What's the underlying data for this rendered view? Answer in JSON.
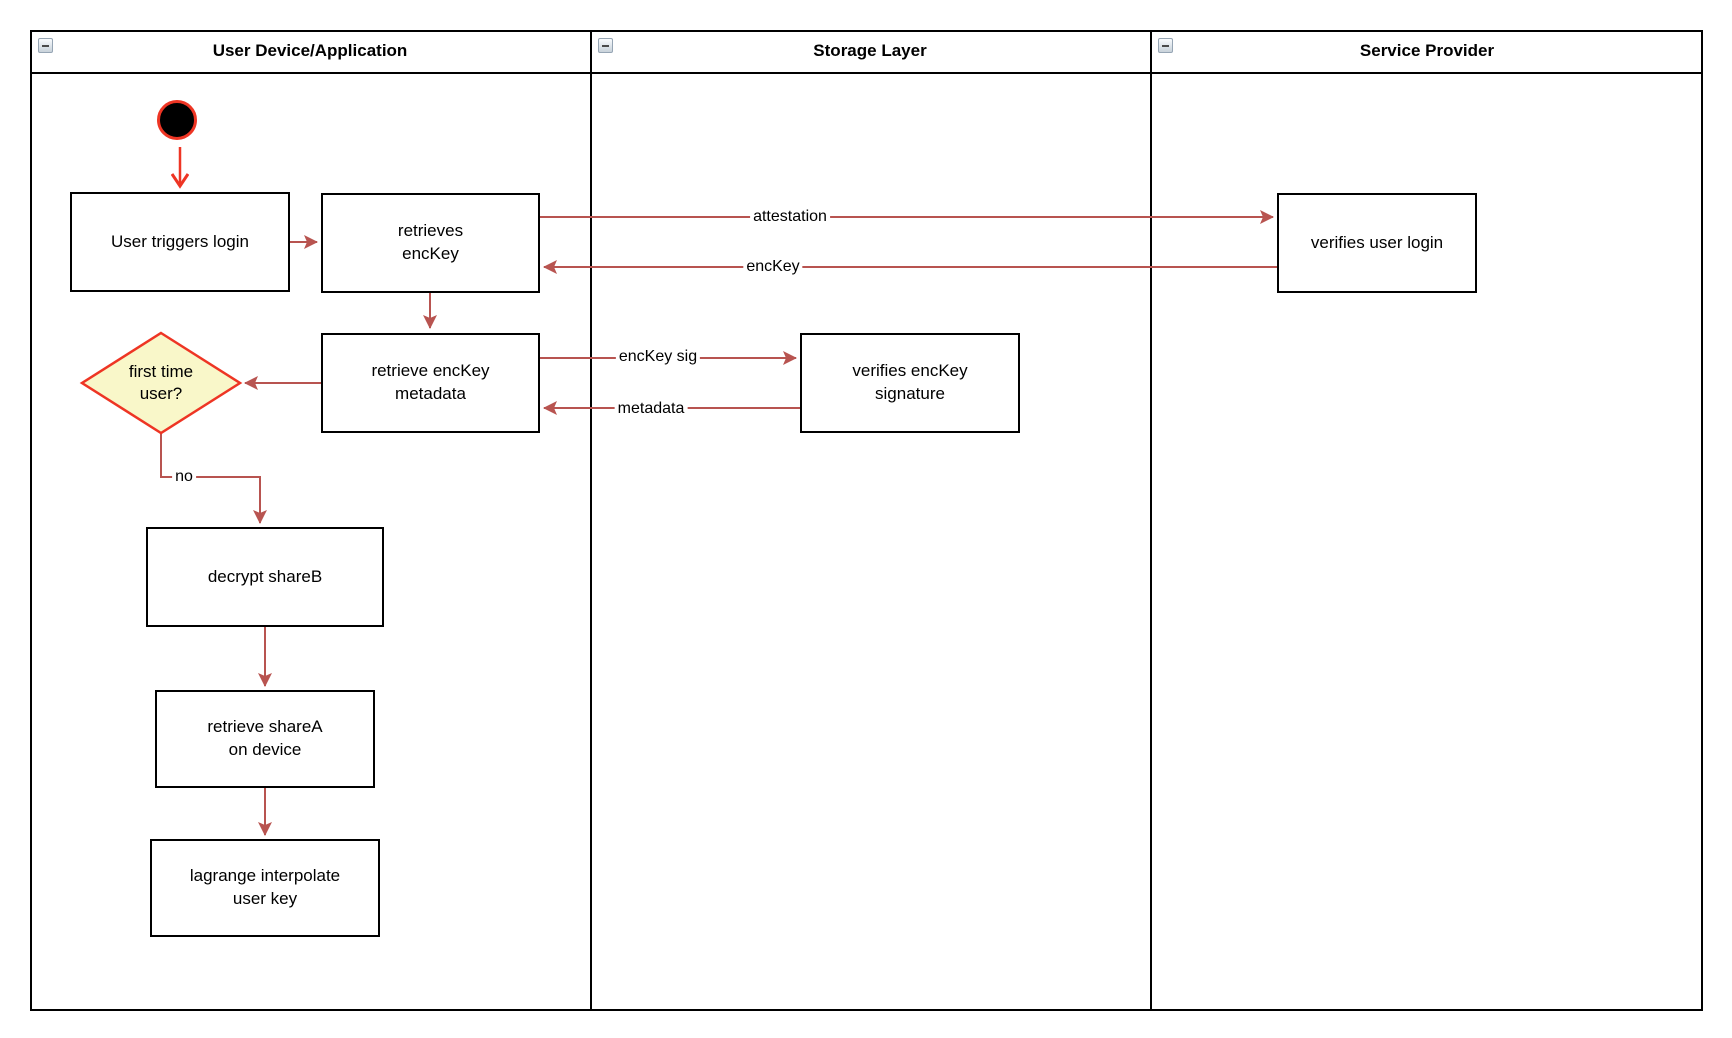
{
  "diagram": {
    "lanes": [
      {
        "title": "User Device/Application"
      },
      {
        "title": "Storage Layer"
      },
      {
        "title": "Service Provider"
      }
    ],
    "nodes": {
      "start": {
        "type": "initial-node"
      },
      "user_triggers_login": {
        "label": "User triggers login"
      },
      "retrieves_enckey": {
        "label": "retrieves\nencKey"
      },
      "retrieve_enckey_metadata": {
        "label": "retrieve encKey\nmetadata"
      },
      "first_time_user": {
        "label": "first time\nuser?"
      },
      "decrypt_shareb": {
        "label": "decrypt shareB"
      },
      "retrieve_sharea": {
        "label": "retrieve shareA\non device"
      },
      "lagrange_interpolate": {
        "label": "lagrange interpolate\nuser key"
      },
      "verifies_enckey_signature": {
        "label": "verifies encKey\nsignature"
      },
      "verifies_user_login": {
        "label": "verifies user login"
      }
    },
    "edges": {
      "attestation": {
        "label": "attestation"
      },
      "enckey": {
        "label": "encKey"
      },
      "enckey_sig": {
        "label": "encKey sig"
      },
      "metadata": {
        "label": "metadata"
      },
      "no": {
        "label": "no"
      }
    },
    "colors": {
      "arrow": "#B85450",
      "start_red": "#EE3524",
      "diamond_fill": "#F9F7C9",
      "diamond_border": "#EE3524",
      "node_fill": "#FFFFFF",
      "node_border": "#000000"
    }
  }
}
